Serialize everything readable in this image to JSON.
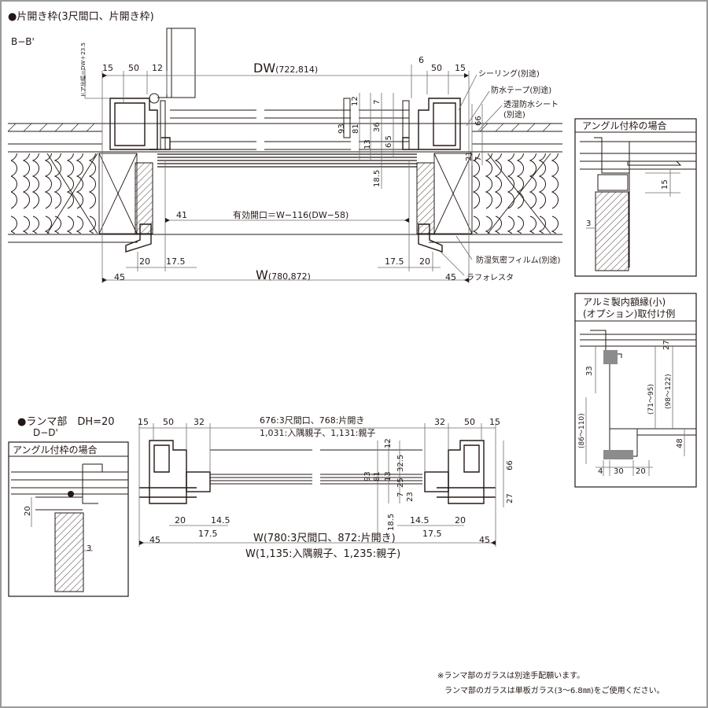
{
  "section_bb": {
    "title": "●片開き枠(3尺間口、片開き枠)",
    "subtitle": "B−B'",
    "door_height_note": "ドア出幅＝DW＋23.5",
    "top_dims": [
      "15",
      "50",
      "12",
      "6",
      "50",
      "15"
    ],
    "dw_label": "DW",
    "dw_values": "(722,814)",
    "vertical_dims": [
      "12",
      "7",
      "93",
      "81",
      "13",
      "36",
      "6.5",
      "18.5",
      "66",
      "21",
      "7"
    ],
    "opening_label": "有効開口＝W−116(DW−58)",
    "left_41": "41",
    "bottom_dims_left": [
      "20",
      "17.5",
      "45"
    ],
    "bottom_dims_right": [
      "17.5",
      "20",
      "45"
    ],
    "w_label": "W",
    "w_values": "(780,872)",
    "callouts": [
      "シーリング(別途)",
      "防水テープ(別途)",
      "透湿防水シート",
      "(別途)",
      "防湿気密フィルム(別途)",
      "ラフォレスタ"
    ]
  },
  "inset_angle_top": {
    "title": "アングル付枠の場合",
    "dims": [
      "15",
      "3"
    ]
  },
  "inset_alu": {
    "title_line1": "アルミ製内額縁(小)",
    "title_line2": "(オプション)取付け例",
    "dims": [
      "27",
      "33",
      "(71〜95)",
      "(98〜122)",
      "(86〜110)",
      "48",
      "4",
      "30",
      "20"
    ]
  },
  "section_dd": {
    "title": "●ランマ部　DH=20",
    "subtitle": "D−D'",
    "top_dims_left": [
      "15",
      "50",
      "32"
    ],
    "top_dims_right": [
      "32",
      "50",
      "15"
    ],
    "top_note1": "676:3尺間口、768:片開き",
    "top_note2": "1,031:入隅親子、1,131:親子",
    "vertical_dims": [
      "12",
      "32.5",
      "93",
      "81",
      "13",
      "25",
      "7",
      "23",
      "18.5",
      "66",
      "27"
    ],
    "bottom_dims": [
      "20",
      "14.5",
      "17.5",
      "14.5",
      "20",
      "17.5",
      "45",
      "45"
    ],
    "w_line1": "W(780:3尺間口、872:片開き)",
    "w_line2": "W(1,135:入隅親子、1,235:親子)"
  },
  "inset_angle_bottom": {
    "title": "アングル付枠の場合",
    "dims": [
      "20",
      "3"
    ]
  },
  "footnotes": [
    "※ランマ部のガラスは別途手配願います。",
    "ランマ部のガラスは単板ガラス(3〜6.8㎜)をご使用ください。"
  ],
  "colors": {
    "ink": "#231815",
    "border": "#9a9a9a",
    "fill_gray": "#8c8c8c"
  }
}
